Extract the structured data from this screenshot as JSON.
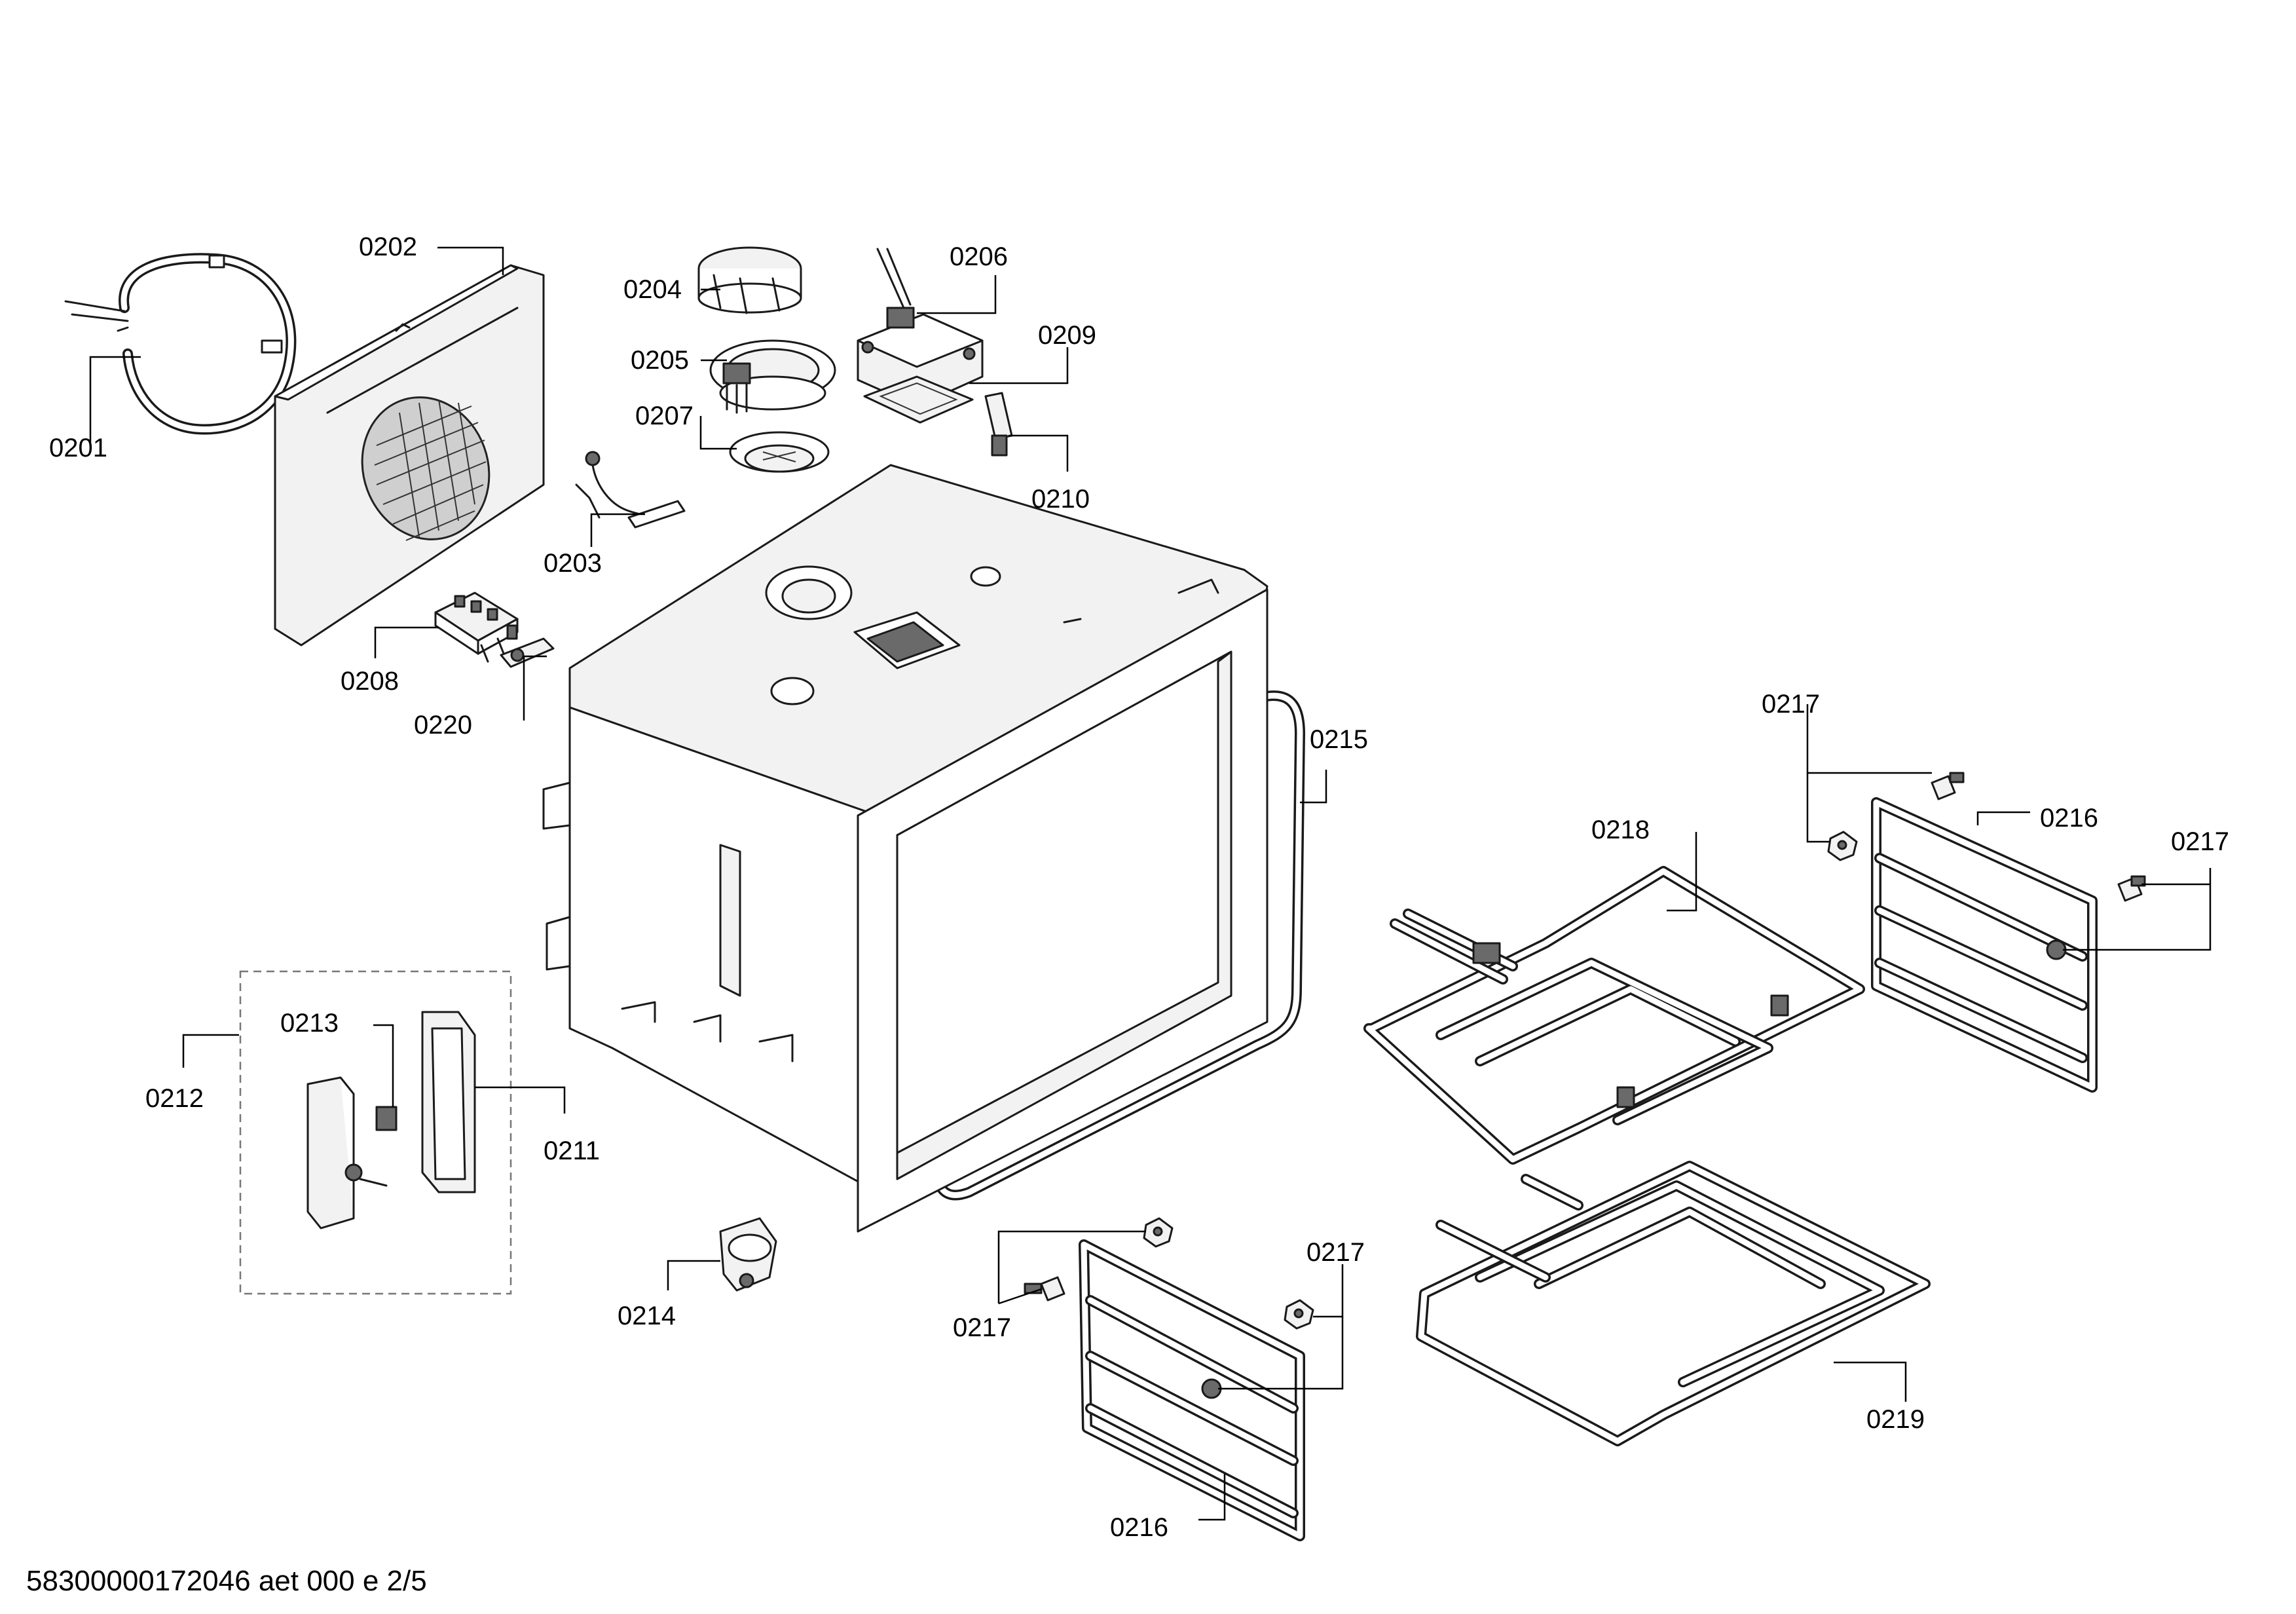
{
  "callouts": {
    "c0201": "0201",
    "c0202": "0202",
    "c0203": "0203",
    "c0204": "0204",
    "c0205": "0205",
    "c0206": "0206",
    "c0207": "0207",
    "c0208": "0208",
    "c0209": "0209",
    "c0210": "0210",
    "c0211": "0211",
    "c0212": "0212",
    "c0213": "0213",
    "c0214": "0214",
    "c0215": "0215",
    "c0216a": "0216",
    "c0216b": "0216",
    "c0217a": "0217",
    "c0217b": "0217",
    "c0217c": "0217",
    "c0217d": "0217",
    "c0218": "0218",
    "c0219": "0219",
    "c0220": "0220"
  },
  "footer": "58300000172046 aet 000 e 2/5"
}
